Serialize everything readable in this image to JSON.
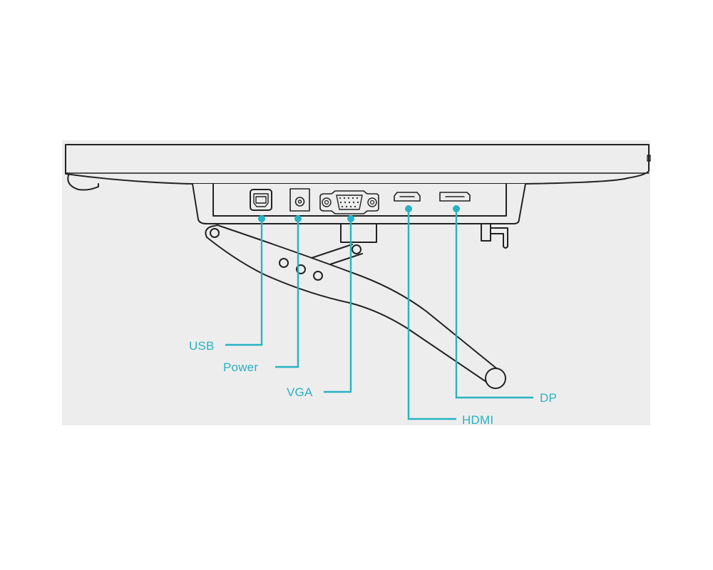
{
  "diagram": {
    "subject": "Monitor rear port panel with stand",
    "accent_color": "#27b3c4",
    "line_color": "#222222",
    "background_color": "#eeeded",
    "ports": [
      {
        "id": "usb",
        "label": "USB",
        "icon": "usb-b-port-icon"
      },
      {
        "id": "power",
        "label": "Power",
        "icon": "dc-power-jack-icon"
      },
      {
        "id": "vga",
        "label": "VGA",
        "icon": "vga-port-icon"
      },
      {
        "id": "hdmi",
        "label": "HDMI",
        "icon": "hdmi-port-icon"
      },
      {
        "id": "dp",
        "label": "DP",
        "icon": "displayport-icon"
      }
    ]
  }
}
